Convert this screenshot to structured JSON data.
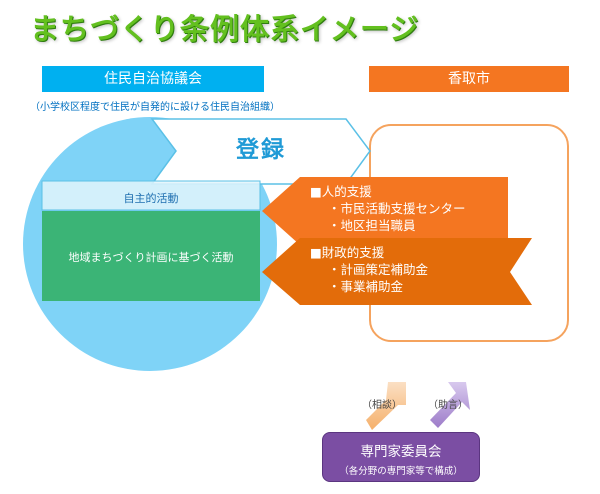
{
  "title": "まちづくり条例体系イメージ",
  "council": {
    "header": "住民自治協議会",
    "note": "（小学校区程度で住民が自発的に設ける住民自治組織）",
    "self_activity": "自主的活動",
    "plan_activity": "地域まちづくり計画に基づく活動"
  },
  "city": {
    "header": "香取市"
  },
  "register_label": "登録",
  "human_support": {
    "heading": "■人的支援",
    "items": [
      "・市民活動支援センター",
      "・地区担当職員"
    ]
  },
  "financial_support": {
    "heading": "■財政的支援",
    "items": [
      "・計画策定補助金",
      "・事業補助金"
    ]
  },
  "consult_label": "（相談）",
  "advice_label": "（助言）",
  "committee": {
    "name": "専門家委員会",
    "note": "（各分野の専門家等で構成）"
  },
  "colors": {
    "title_green": "#63c01f",
    "council_blue": "#00b0f0",
    "circle_blue": "#7fd3f7",
    "plan_green": "#3cb371",
    "city_orange": "#f47621",
    "committee_purple": "#7b4ea3"
  }
}
